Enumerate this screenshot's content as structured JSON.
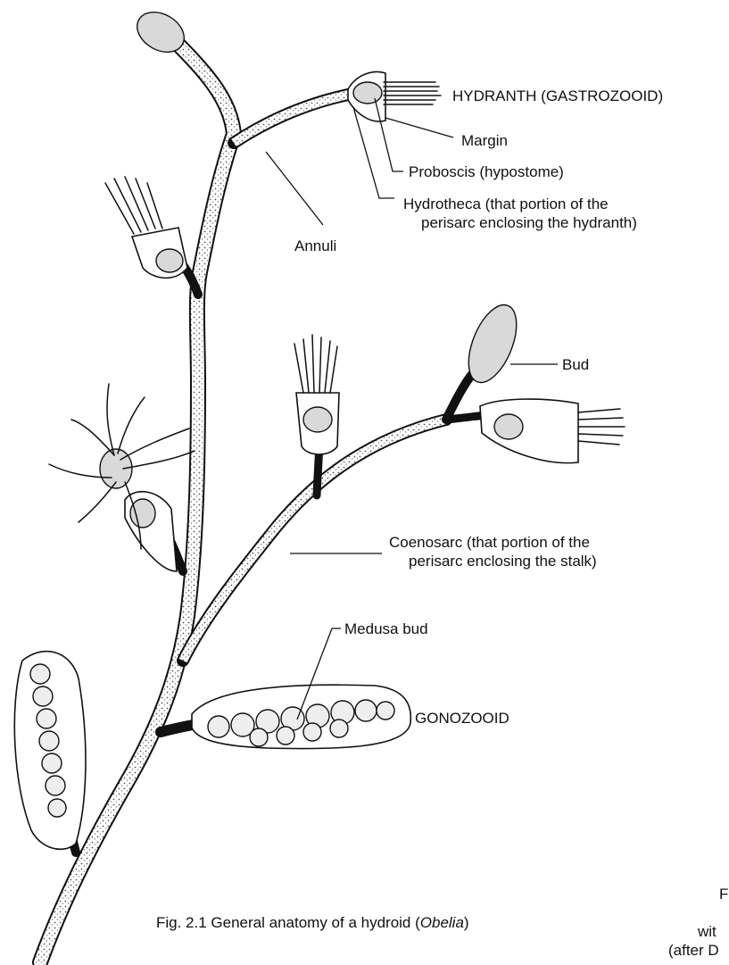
{
  "labels": {
    "hydranth": "HYDRANTH (GASTROZOOID)",
    "margin": "Margin",
    "proboscis": "Proboscis (hypostome)",
    "hydrotheca_line1": "Hydrotheca (that portion of the",
    "hydrotheca_line2": "perisarc enclosing the hydranth)",
    "annuli": "Annuli",
    "bud": "Bud",
    "coenosarc_line1": "Coenosarc (that portion of the",
    "coenosarc_line2": "perisarc enclosing the stalk)",
    "medusa_bud": "Medusa bud",
    "gonozooid": "GONOZOOID"
  },
  "caption": {
    "prefix": "Fig. 2.1 General anatomy of a hydroid (",
    "genus": "Obelia",
    "suffix": ")"
  },
  "cropped_text": {
    "line1": "F",
    "line2": "wit",
    "line3": "(after D"
  }
}
